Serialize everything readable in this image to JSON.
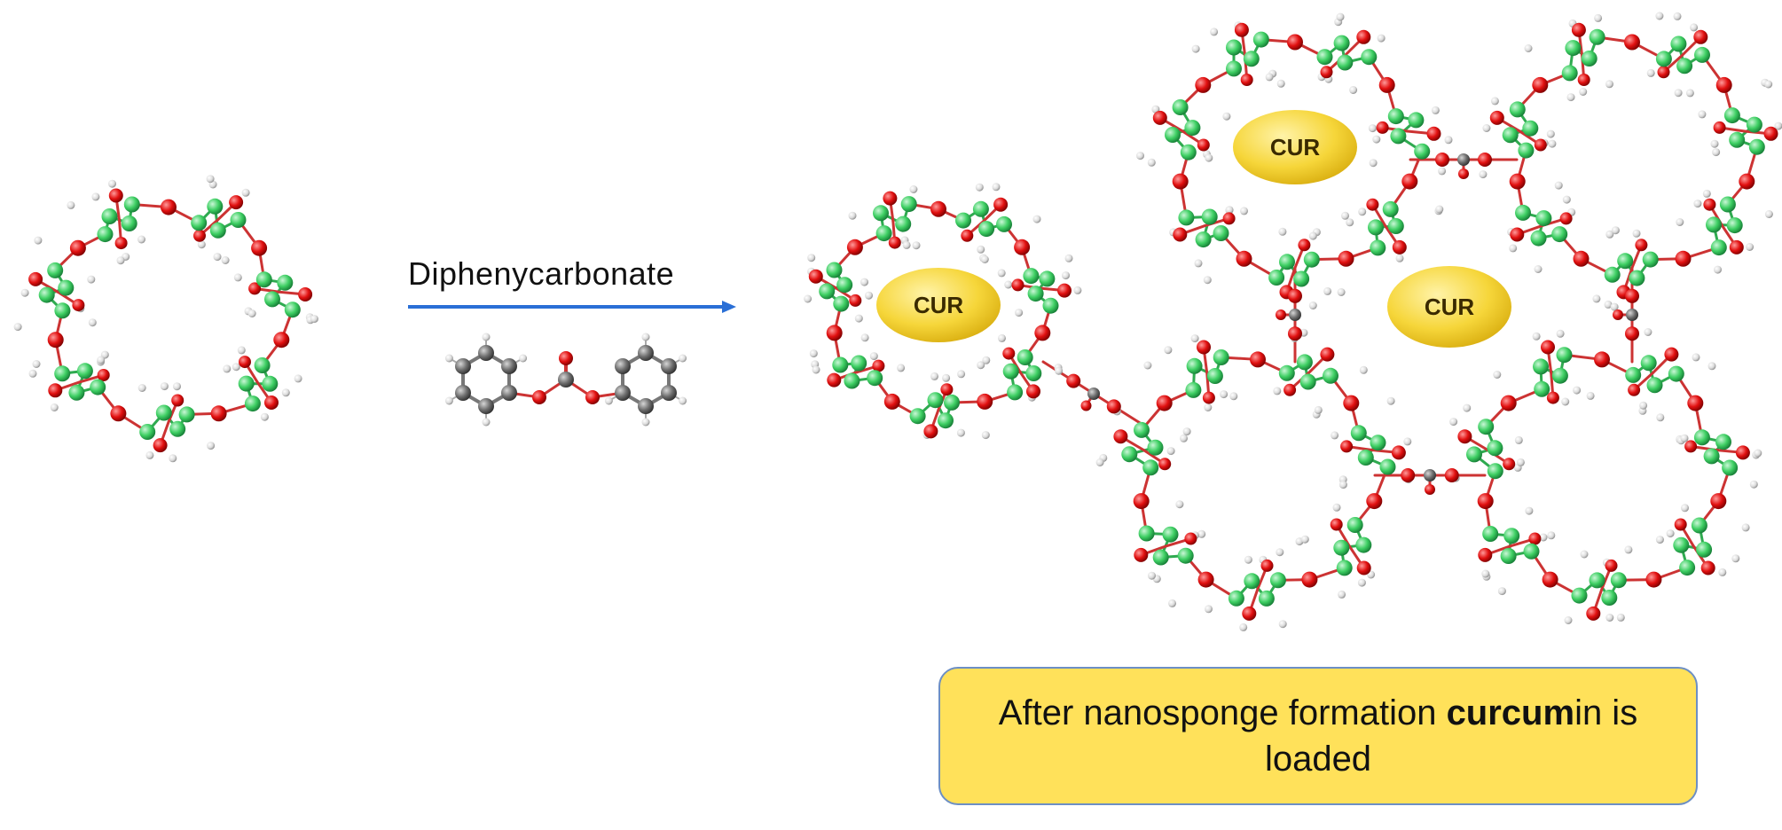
{
  "reagent": {
    "label": "Diphenycarbonate"
  },
  "guest": {
    "label": "CUR"
  },
  "note": {
    "prefix": "After nanosponge formation ",
    "bold": "curcum",
    "middle": "in is",
    "line2": "loaded"
  },
  "colors": {
    "carbon": "#3ecf63",
    "oxygen": "#e11010",
    "hydrogen": "#e6e6e6",
    "linker_carbon": "#6f6f6f",
    "arrow": "#2a6fd6",
    "guest_fill": "#f6d63a",
    "note_fill": "#ffe15a",
    "note_border": "#6d8fc4"
  }
}
